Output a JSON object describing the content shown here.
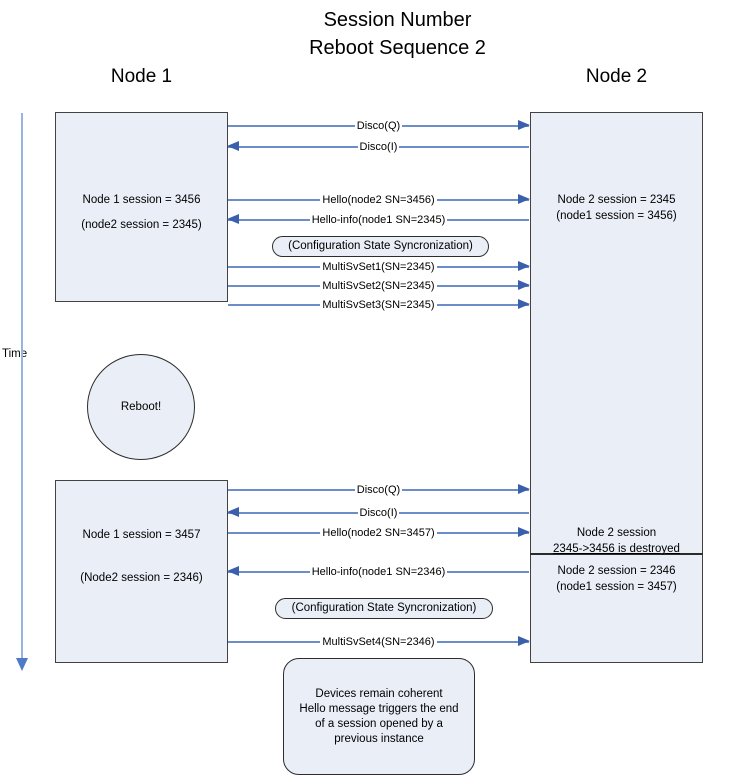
{
  "title": {
    "line1": "Session Number",
    "line2": "Reboot Sequence 2"
  },
  "node_labels": {
    "node1": "Node 1",
    "node2": "Node 2"
  },
  "time_label": "Time",
  "reboot_label": "Reboot!",
  "node1_box_top": {
    "line1": "Node 1 session = 3456",
    "line2": "(node2 session = 2345)"
  },
  "node1_box_bottom": {
    "line1": "Node 1 session = 3457",
    "line2": "(Node2 session = 2346)"
  },
  "node2_box": {
    "section1_line1": "Node 2 session = 2345",
    "section1_line2": "(node1 session = 3456)",
    "destroyed_line1": "Node 2 session",
    "destroyed_line2": "2345->3456 is destroyed",
    "section2_line1": "Node 2 session = 2346",
    "section2_line2": "(node1 session = 3457)"
  },
  "messages": [
    {
      "label": "Disco(Q)",
      "direction": "right"
    },
    {
      "label": "Disco(I)",
      "direction": "left"
    },
    {
      "label": "Hello(node2 SN=3456)",
      "direction": "right"
    },
    {
      "label": "Hello-info(node1 SN=2345)",
      "direction": "left"
    },
    {
      "label": "MultiSvSet1(SN=2345)",
      "direction": "right"
    },
    {
      "label": "MultiSvSet2(SN=2345)",
      "direction": "right"
    },
    {
      "label": "MultiSvSet3(SN=2345)",
      "direction": "right"
    },
    {
      "label": "Disco(Q)",
      "direction": "right"
    },
    {
      "label": "Disco(I)",
      "direction": "left"
    },
    {
      "label": "Hello(node2 SN=3457)",
      "direction": "right"
    },
    {
      "label": "Hello-info(node1 SN=2346)",
      "direction": "left"
    },
    {
      "label": "MultiSvSet4(SN=2346)",
      "direction": "right"
    }
  ],
  "sync_ovals": [
    {
      "label": "(Configuration State Syncronization)"
    },
    {
      "label": "(Configuration State Syncronization)"
    }
  ],
  "note_box": {
    "line1": "Devices remain coherent",
    "line2": "Hello message triggers the end",
    "line3": "of a session opened by a",
    "line4": "previous instance"
  },
  "colors": {
    "box_fill": "#e9eef7",
    "box_border": "#424242",
    "arrow_line": "#6d8dc9",
    "arrow_head": "#3a5fad",
    "time_line": "#97b3e0"
  }
}
